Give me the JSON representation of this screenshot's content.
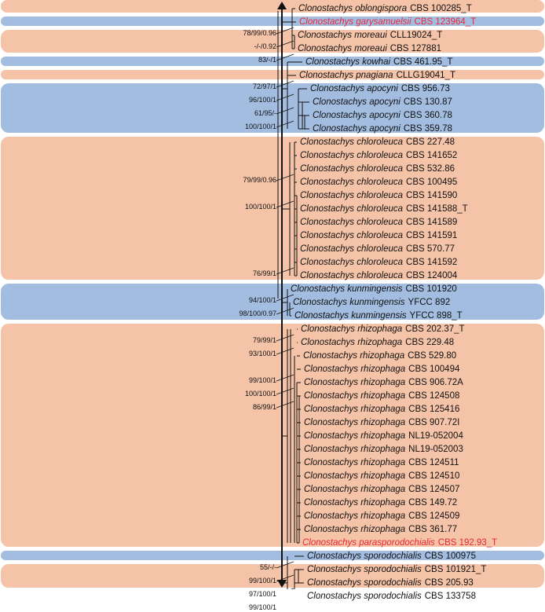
{
  "colors": {
    "peach": "#f4c3a8",
    "blue": "#a3bde0",
    "highlight": "#e8273a",
    "text": "#111111",
    "line": "#111111"
  },
  "clades": [
    {
      "color": "peach",
      "from": 0,
      "to": 0
    },
    {
      "color": "blue",
      "from": 1,
      "to": 1
    },
    {
      "color": "peach",
      "from": 2,
      "to": 3
    },
    {
      "color": "blue",
      "from": 4,
      "to": 4
    },
    {
      "color": "peach",
      "from": 5,
      "to": 5
    },
    {
      "color": "blue",
      "from": 6,
      "to": 9
    },
    {
      "color": "peach",
      "from": 10,
      "to": 20
    },
    {
      "color": "blue",
      "from": 21,
      "to": 23
    },
    {
      "color": "peach",
      "from": 24,
      "to": 40
    },
    {
      "color": "blue",
      "from": 41,
      "to": 41
    },
    {
      "color": "peach",
      "from": 42,
      "to": 45
    }
  ],
  "taxa": [
    {
      "species": "Clonostachys oblongispora",
      "strain": "CBS 100285_T",
      "highlight": false
    },
    {
      "species": "Clonostachys garysamuelsii",
      "strain": "CBS 123964_T",
      "highlight": true
    },
    {
      "species": "Clonostachys moreaui",
      "strain": "CLL19024_T",
      "highlight": false
    },
    {
      "species": "Clonostachys moreaui",
      "strain": "CBS 127881",
      "highlight": false
    },
    {
      "species": "Clonostachys kowhai",
      "strain": "CBS 461.95_T",
      "highlight": false
    },
    {
      "species": "Clonostachys pnagiana",
      "strain": "CLLG19041_T",
      "highlight": false
    },
    {
      "species": "Clonostachys apocyni",
      "strain": "CBS 956.73",
      "highlight": false
    },
    {
      "species": "Clonostachys apocyni",
      "strain": "CBS 130.87",
      "highlight": false
    },
    {
      "species": "Clonostachys apocyni",
      "strain": "CBS 360.78",
      "highlight": false
    },
    {
      "species": "Clonostachys apocyni",
      "strain": "CBS 359.78",
      "highlight": false
    },
    {
      "species": "Clonostachys chloroleuca",
      "strain": "CBS 227.48",
      "highlight": false
    },
    {
      "species": "Clonostachys chloroleuca",
      "strain": "CBS 141652",
      "highlight": false
    },
    {
      "species": "Clonostachys chloroleuca",
      "strain": "CBS 532.86",
      "highlight": false
    },
    {
      "species": "Clonostachys chloroleuca",
      "strain": "CBS 100495",
      "highlight": false
    },
    {
      "species": "Clonostachys chloroleuca",
      "strain": "CBS 141590",
      "highlight": false
    },
    {
      "species": "Clonostachys chloroleuca",
      "strain": "CBS 141588_T",
      "highlight": false
    },
    {
      "species": "Clonostachys chloroleuca",
      "strain": "CBS 141589",
      "highlight": false
    },
    {
      "species": "Clonostachys chloroleuca",
      "strain": "CBS 141591",
      "highlight": false
    },
    {
      "species": "Clonostachys chloroleuca",
      "strain": "CBS 570.77",
      "highlight": false
    },
    {
      "species": "Clonostachys chloroleuca",
      "strain": "CBS 141592",
      "highlight": false
    },
    {
      "species": "Clonostachys chloroleuca",
      "strain": "CBS 124004",
      "highlight": false
    },
    {
      "species": "Clonostachys kunmingensis",
      "strain": "CBS 101920",
      "highlight": false
    },
    {
      "species": "Clonostachys kunmingensis",
      "strain": "YFCC 892",
      "highlight": false
    },
    {
      "species": "Clonostachys kunmingensis",
      "strain": "YFCC 898_T",
      "highlight": false
    },
    {
      "species": "Clonostachys rhizophaga",
      "strain": "CBS 202.37_T",
      "highlight": false
    },
    {
      "species": "Clonostachys rhizophaga",
      "strain": "CBS 229.48",
      "highlight": false
    },
    {
      "species": "Clonostachys rhizophaga",
      "strain": "CBS 529.80",
      "highlight": false
    },
    {
      "species": "Clonostachys rhizophaga",
      "strain": "CBS 100494",
      "highlight": false
    },
    {
      "species": "Clonostachys rhizophaga",
      "strain": "CBS 906.72A",
      "highlight": false
    },
    {
      "species": "Clonostachys rhizophaga",
      "strain": "CBS 124508",
      "highlight": false
    },
    {
      "species": "Clonostachys rhizophaga",
      "strain": "CBS 125416",
      "highlight": false
    },
    {
      "species": "Clonostachys rhizophaga",
      "strain": "CBS 907.72I",
      "highlight": false
    },
    {
      "species": "Clonostachys rhizophaga",
      "strain": "NL19-052004",
      "highlight": false
    },
    {
      "species": "Clonostachys rhizophaga",
      "strain": "NL19-052003",
      "highlight": false
    },
    {
      "species": "Clonostachys rhizophaga",
      "strain": "CBS 124511",
      "highlight": false
    },
    {
      "species": "Clonostachys rhizophaga",
      "strain": "CBS 124510",
      "highlight": false
    },
    {
      "species": "Clonostachys rhizophaga",
      "strain": "CBS 124507",
      "highlight": false
    },
    {
      "species": "Clonostachys rhizophaga",
      "strain": "CBS 149.72",
      "highlight": false
    },
    {
      "species": "Clonostachys rhizophaga",
      "strain": "CBS 124509",
      "highlight": false
    },
    {
      "species": "Clonostachys rhizophaga",
      "strain": "CBS 361.77",
      "highlight": false
    },
    {
      "species": "Clonostachys parasporodochialis",
      "strain": "CBS 192.93_T",
      "highlight": true
    },
    {
      "species": "Clonostachys sporodochialis",
      "strain": "CBS 100975",
      "highlight": false
    },
    {
      "species": "Clonostachys sporodochialis",
      "strain": "CBS 101921_T",
      "highlight": false
    },
    {
      "species": "Clonostachys sporodochialis",
      "strain": "CBS 205.93",
      "highlight": false
    },
    {
      "species": "Clonostachys sporodochialis",
      "strain": "CBS 133758",
      "highlight": false
    }
  ],
  "supports": [
    {
      "label": "78/99/0.96",
      "row": 2
    },
    {
      "label": "-/-/0.92",
      "row": 3
    },
    {
      "label": "83/-/1",
      "row": 4
    },
    {
      "label": "72/97/1",
      "row": 6
    },
    {
      "label": "96/100/1",
      "row": 7
    },
    {
      "label": "61/95/-",
      "row": 8
    },
    {
      "label": "100/100/1",
      "row": 9
    },
    {
      "label": "79/99/0.96",
      "row": 13
    },
    {
      "label": "100/100/1",
      "row": 15
    },
    {
      "label": "76/99/1",
      "row": 20
    },
    {
      "label": "94/100/1",
      "row": 22
    },
    {
      "label": "98/100/0.97",
      "row": 23
    },
    {
      "label": "79/99/1",
      "row": 25
    },
    {
      "label": "93/100/1",
      "row": 26
    },
    {
      "label": "99/100/1",
      "row": 28
    },
    {
      "label": "100/100/1",
      "row": 29
    },
    {
      "label": "86/99/1",
      "row": 30
    },
    {
      "label": "55/-/-",
      "row": 42
    },
    {
      "label": "99/100/1",
      "row": 43
    },
    {
      "label": "97/100/1",
      "row": 44
    },
    {
      "label": "99/100/1",
      "row": 45
    }
  ]
}
